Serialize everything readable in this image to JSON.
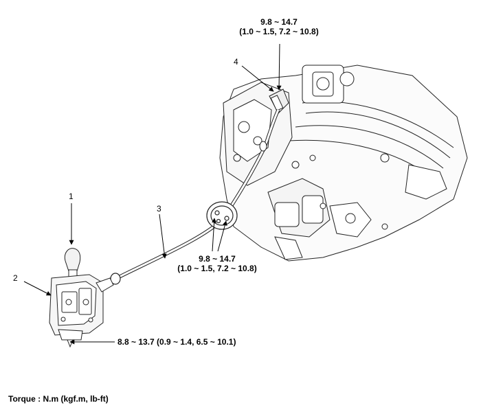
{
  "callouts": [
    {
      "id": "1",
      "label": "1"
    },
    {
      "id": "2",
      "label": "2"
    },
    {
      "id": "3",
      "label": "3"
    },
    {
      "id": "4",
      "label": "4"
    }
  ],
  "torque_top": {
    "line1": "9.8 ~ 14.7",
    "line2": "(1.0 ~ 1.5, 7.2 ~ 10.8)"
  },
  "torque_mid": {
    "line1": "9.8 ~ 14.7",
    "line2": "(1.0 ~ 1.5, 7.2 ~ 10.8)"
  },
  "torque_bottom": "8.8 ~ 13.7 (0.9 ~ 1.4, 6.5 ~ 10.1)",
  "footer": "Torque : N.m (kgf.m, lb-ft)"
}
